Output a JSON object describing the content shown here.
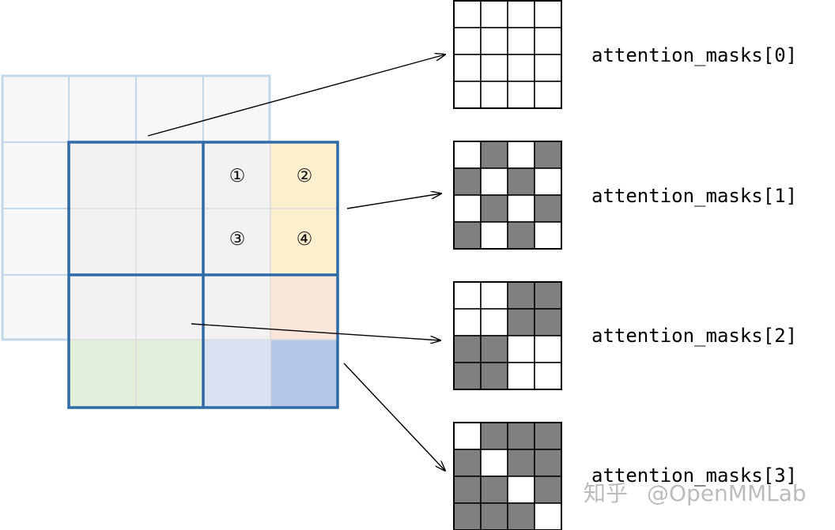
{
  "region_labels": {
    "one": "①",
    "two": "②",
    "three": "③",
    "four": "④"
  },
  "masks": [
    {
      "label": "attention_masks[0]",
      "cells": [
        [
          0,
          0,
          0,
          0
        ],
        [
          0,
          0,
          0,
          0
        ],
        [
          0,
          0,
          0,
          0
        ],
        [
          0,
          0,
          0,
          0
        ]
      ]
    },
    {
      "label": "attention_masks[1]",
      "cells": [
        [
          0,
          1,
          0,
          1
        ],
        [
          1,
          0,
          1,
          0
        ],
        [
          0,
          1,
          0,
          1
        ],
        [
          1,
          0,
          1,
          0
        ]
      ]
    },
    {
      "label": "attention_masks[2]",
      "cells": [
        [
          0,
          0,
          1,
          1
        ],
        [
          0,
          0,
          1,
          1
        ],
        [
          1,
          1,
          0,
          0
        ],
        [
          1,
          1,
          0,
          0
        ]
      ]
    },
    {
      "label": "attention_masks[3]",
      "cells": [
        [
          0,
          1,
          1,
          1
        ],
        [
          1,
          0,
          1,
          1
        ],
        [
          1,
          1,
          0,
          1
        ],
        [
          1,
          1,
          1,
          0
        ]
      ]
    }
  ],
  "watermark": {
    "platform": "知乎",
    "account": "@OpenMMLab"
  },
  "colors": {
    "mask_on": "#808080",
    "mask_off": "#ffffff",
    "window_border": "#2e6aa8",
    "shifted_grid_border": "#c2d7ea"
  }
}
